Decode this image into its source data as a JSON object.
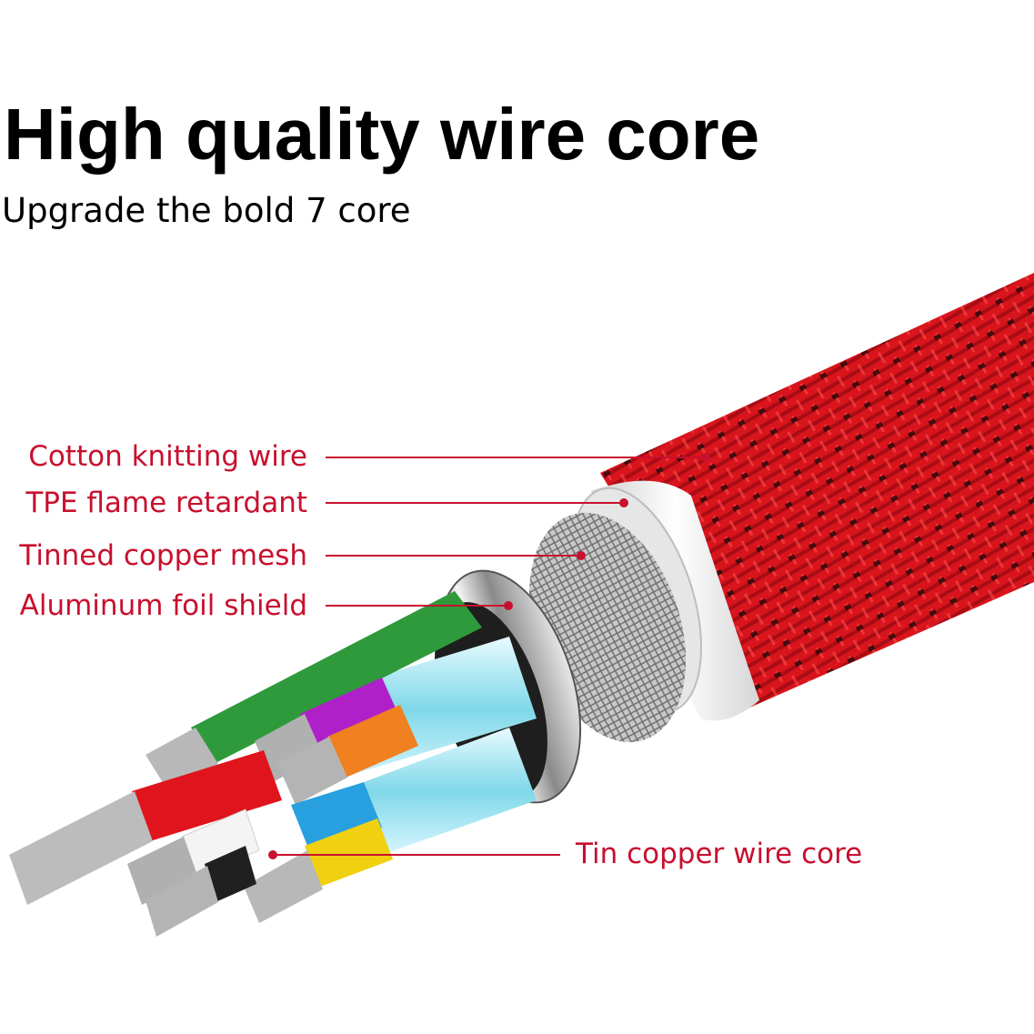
{
  "header": {
    "title": "High quality wire core",
    "subtitle": "Upgrade the bold 7 core"
  },
  "callouts": [
    {
      "id": "cotton-knitting-wire",
      "label": "Cotton knitting wire"
    },
    {
      "id": "tpe-flame-retardant",
      "label": "TPE flame retardant"
    },
    {
      "id": "tinned-copper-mesh",
      "label": "Tinned copper mesh"
    },
    {
      "id": "aluminum-foil-shield",
      "label": "Aluminum foil shield"
    },
    {
      "id": "tin-copper-wire-core",
      "label": "Tin copper wire core"
    }
  ],
  "colors": {
    "callout_text": "#c8102e",
    "callout_line": "#c8102e",
    "braid_red": "#d8141c",
    "jacket_white": "#f0f0f0",
    "core_green": "#2e9a3c",
    "core_red": "#e0141c",
    "core_purple": "#b020c8",
    "core_orange": "#f08020",
    "core_blue": "#28a0e0",
    "core_yellow": "#f0d010",
    "core_white": "#f4f4f4",
    "core_black": "#202020"
  }
}
